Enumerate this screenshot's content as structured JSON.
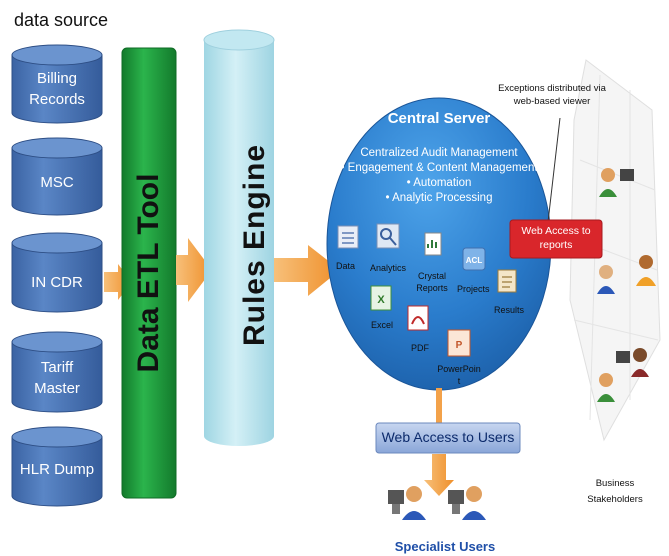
{
  "heading": "data source",
  "sources": [
    {
      "lines": [
        "Billing",
        "Records"
      ]
    },
    {
      "lines": [
        "MSC"
      ]
    },
    {
      "lines": [
        "IN CDR"
      ]
    },
    {
      "lines": [
        "Tariff",
        "Master"
      ]
    },
    {
      "lines": [
        "HLR Dump"
      ]
    }
  ],
  "etl_label": "Data ETL Tool",
  "rules_label": "Rules Engine",
  "server": {
    "title": "Central Server",
    "bullets": [
      "Centralized Audit Management",
      "• Engagement & Content Management",
      "• Automation",
      "• Analytic Processing"
    ],
    "icons": [
      {
        "label": [
          "Data"
        ],
        "icon": "data-icon"
      },
      {
        "label": [
          "Analytics"
        ],
        "icon": "analytics-icon"
      },
      {
        "label": [
          "Crystal",
          "Reports"
        ],
        "icon": "crystal-reports-icon"
      },
      {
        "label": [
          "Projects"
        ],
        "icon": "projects-icon"
      },
      {
        "label": [
          "Results"
        ],
        "icon": "results-icon"
      },
      {
        "label": [
          "Excel"
        ],
        "icon": "excel-icon"
      },
      {
        "label": [
          "PDF"
        ],
        "icon": "pdf-icon"
      },
      {
        "label": [
          "PowerPoin",
          "t"
        ],
        "icon": "powerpoint-icon"
      }
    ]
  },
  "web_access_reports": [
    "Web Access to",
    "reports"
  ],
  "exceptions_note": [
    "Exceptions distributed via",
    "web-based viewer"
  ],
  "stakeholders_label": [
    "Business",
    "Stakeholders"
  ],
  "web_access_users": "Web Access to Users",
  "specialist_users": "Specialist Users",
  "colors": {
    "cylinder_blue": "#4a77b8",
    "etl_green": "#1e9a3a",
    "rules_cyan": "#b9e3ec",
    "arrow_orange": "#f3a24a",
    "server_blue": "#2e7fcd",
    "reports_red": "#d9262b",
    "users_box": "#9fb8e2",
    "specialist_blue": "#1f4fa8"
  }
}
